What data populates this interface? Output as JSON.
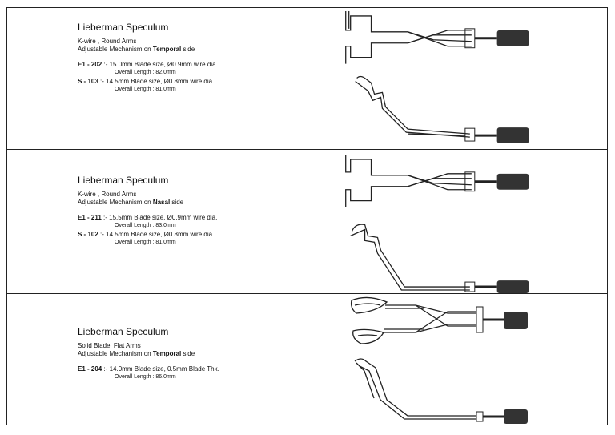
{
  "products": [
    {
      "title": "Lieberman Speculum",
      "subtitle": "K-wire , Round Arms",
      "mechanism_prefix": "Adjustable Mechanism on ",
      "mechanism_side": "Temporal",
      "mechanism_suffix": " side",
      "entries": [
        {
          "code": "E1 - 202",
          "desc": " :- 15.0mm Blade size, Ø0.9mm wire dia.",
          "length": "Overall Length : 82.0mm"
        },
        {
          "code": "S  - 103",
          "desc": " :- 14.5mm Blade size, Ø0.8mm wire dia.",
          "length": "Overall Length : 81.0mm"
        }
      ]
    },
    {
      "title": "Lieberman Speculum",
      "subtitle": "K-wire , Round Arms",
      "mechanism_prefix": "Adjustable Mechanism on ",
      "mechanism_side": "Nasal",
      "mechanism_suffix": " side",
      "entries": [
        {
          "code": "E1 - 211",
          "desc": " :- 15.5mm Blade size, Ø0.9mm wire dia.",
          "length": "Overall Length : 83.0mm"
        },
        {
          "code": "S  - 102",
          "desc": " :- 14.5mm Blade size, Ø0.8mm wire dia.",
          "length": "Overall Length : 81.0mm"
        }
      ]
    },
    {
      "title": "Lieberman Speculum",
      "subtitle": "Solid Blade, Flat Arms",
      "mechanism_prefix": "Adjustable Mechanism on ",
      "mechanism_side": "Temporal",
      "mechanism_suffix": " side",
      "entries": [
        {
          "code": "E1 - 204",
          "desc": " :- 14.0mm Blade size, 0.5mm Blade Thk.",
          "length": "Overall Length : 86.0mm"
        }
      ]
    }
  ],
  "icons": [
    "wire-speculum-drawing",
    "wire-speculum-drawing",
    "solid-blade-speculum-drawing"
  ]
}
